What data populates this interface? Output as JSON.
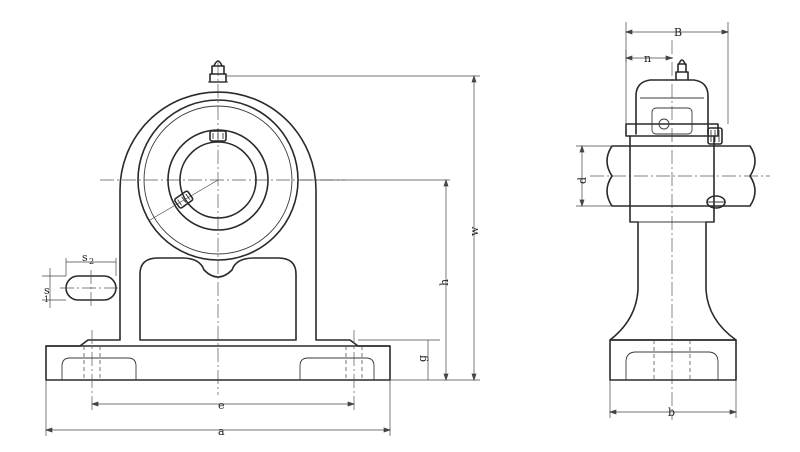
{
  "labels": {
    "a": "a",
    "e": "e",
    "h": "h",
    "w": "w",
    "g": "g",
    "s1": "s",
    "s1_sub": "1",
    "s2": "s",
    "s2_sub": "2",
    "B": "B",
    "n": "n",
    "d": "d",
    "b": "b"
  }
}
